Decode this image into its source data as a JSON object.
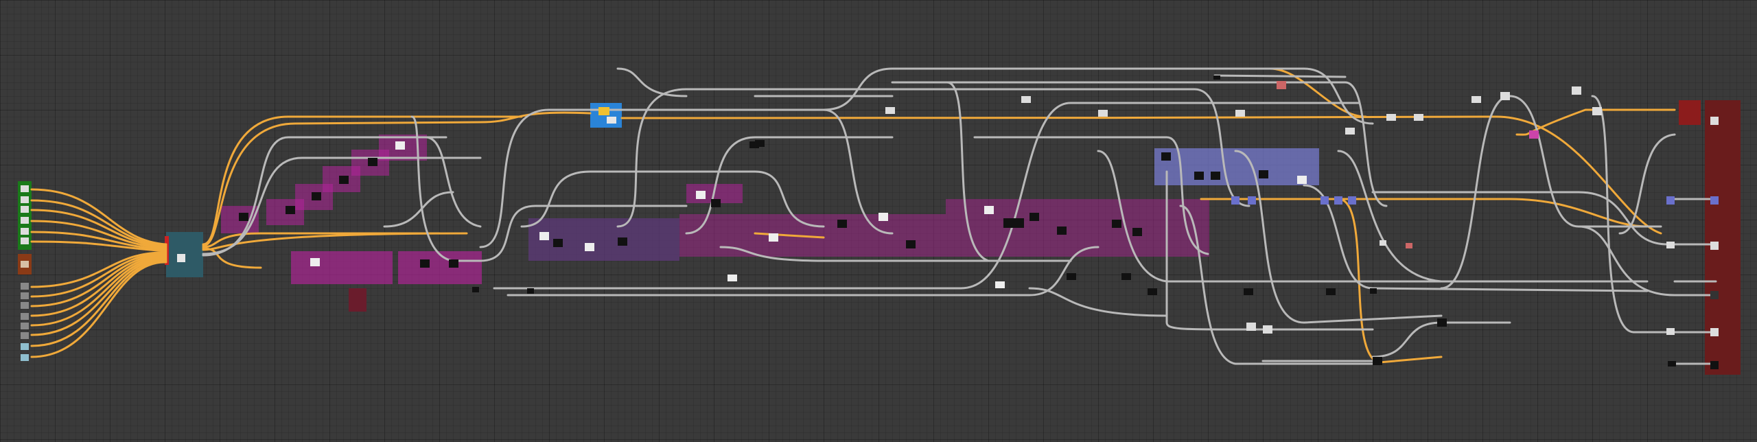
{
  "app": {
    "title": ""
  },
  "colors": {
    "canvas_bg": "#3a3a3a",
    "wire_primary": "#f0a93a",
    "wire_secondary": "#b9b9b9",
    "frame_magenta": "#b3239a",
    "frame_purple": "#5e3a7a",
    "frame_blue_lavender": "#7a7fd8",
    "frame_teal": "#2e5a66",
    "frame_orange_brown": "#8a3a16",
    "frame_red": "#8c1c1c",
    "frame_dark_red": "#6a1c1c",
    "node_green": "#2aa52a",
    "node_blue": "#2a84d8"
  },
  "graph": {
    "frames": [
      "input-group-green",
      "input-group-brown",
      "hub-frame-teal",
      "magenta-cascade",
      "magenta-lower",
      "blue-focus-frame",
      "purple-main-band",
      "purple-mid-band",
      "lavender-frame",
      "red-output-frame",
      "dark-red-output-column"
    ],
    "node_count_visible": "many"
  }
}
